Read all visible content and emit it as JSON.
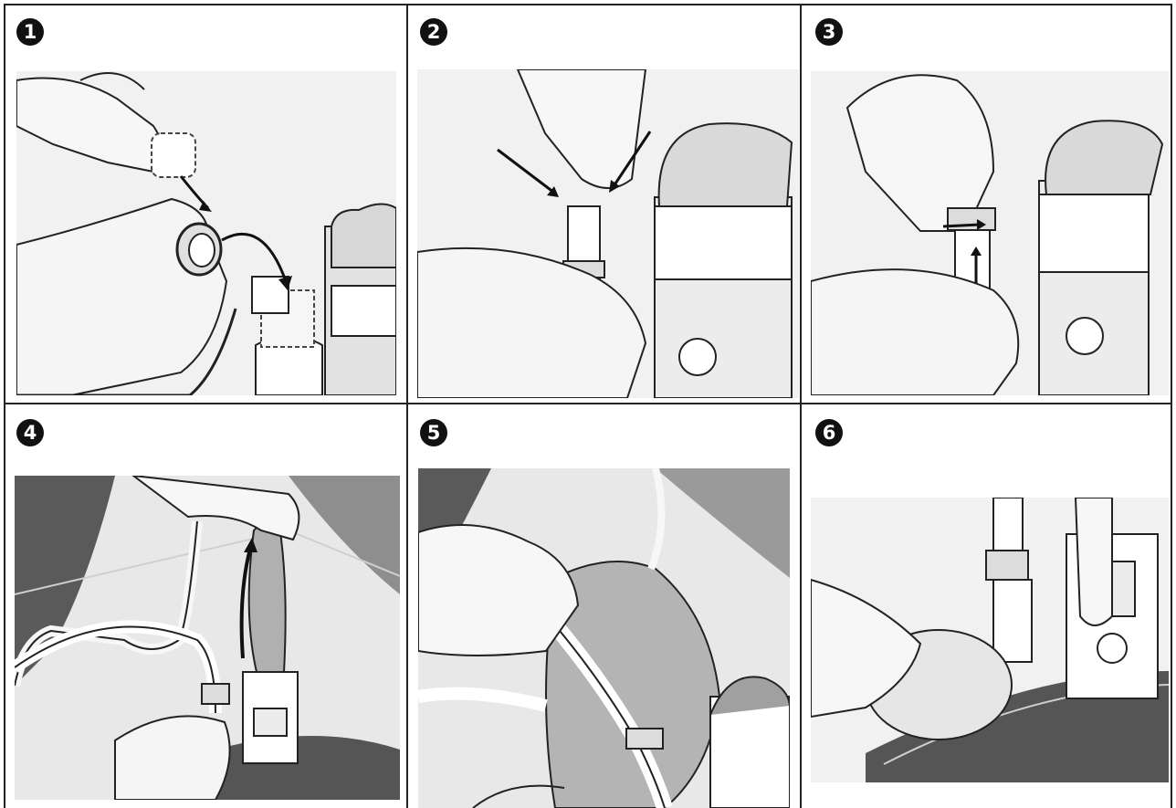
{
  "steps": [
    {
      "number": "1",
      "image": "remove-cap-and-ring-illustration"
    },
    {
      "number": "2",
      "image": "press-tip-onto-connector-illustration"
    },
    {
      "number": "3",
      "image": "twist-lock-ring-illustration"
    },
    {
      "number": "4",
      "image": "pull-bag-up-from-container-illustration"
    },
    {
      "number": "5",
      "image": "fold-bag-over-tube-illustration"
    },
    {
      "number": "6",
      "image": "squeeze-bulb-illustration"
    }
  ],
  "colors": {
    "ink": "#111111",
    "light": "#e6e6e6",
    "mid": "#bdbdbd",
    "dark": "#555555",
    "skin": "#f2f2f2"
  }
}
